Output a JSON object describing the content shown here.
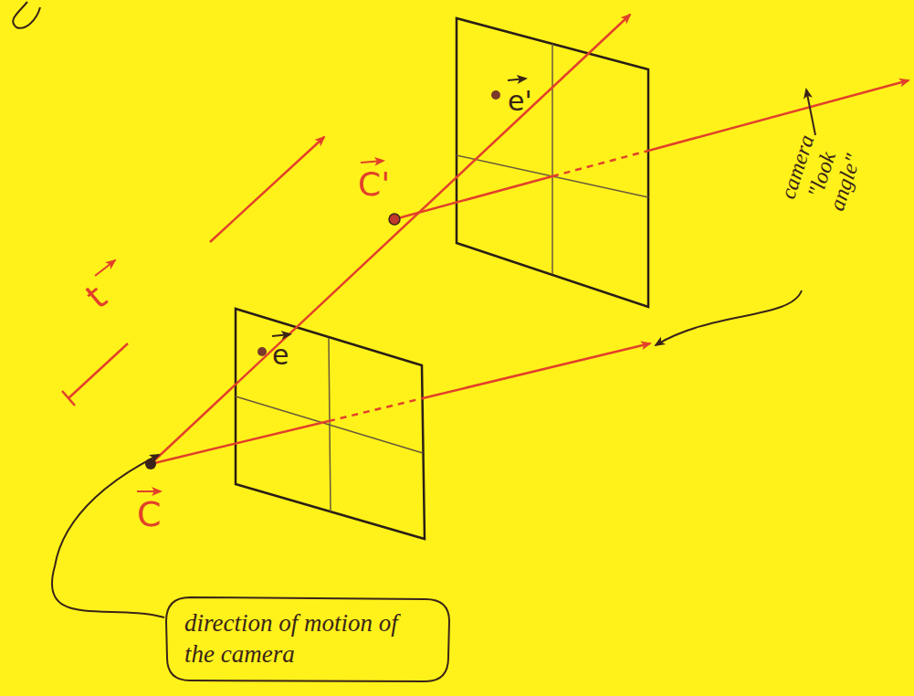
{
  "diagram": {
    "nodes": [
      {
        "text": [
          "direction of motion of the camera"
        ]
      }
    ],
    "labels": [
      "e'",
      "C'",
      "t",
      "camera \"look angle\"",
      "e",
      "C"
    ]
  }
}
